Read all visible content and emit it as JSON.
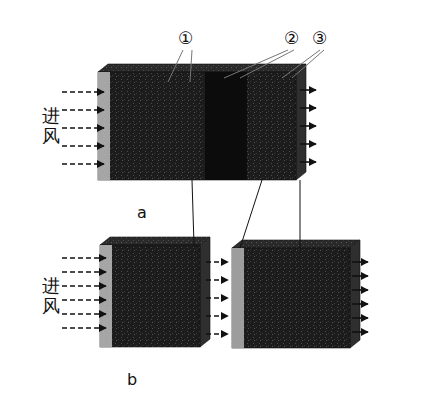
{
  "diagram": {
    "labels": [
      "①",
      "②",
      "③",
      "进风",
      "a",
      "进风",
      "b"
    ]
  }
}
